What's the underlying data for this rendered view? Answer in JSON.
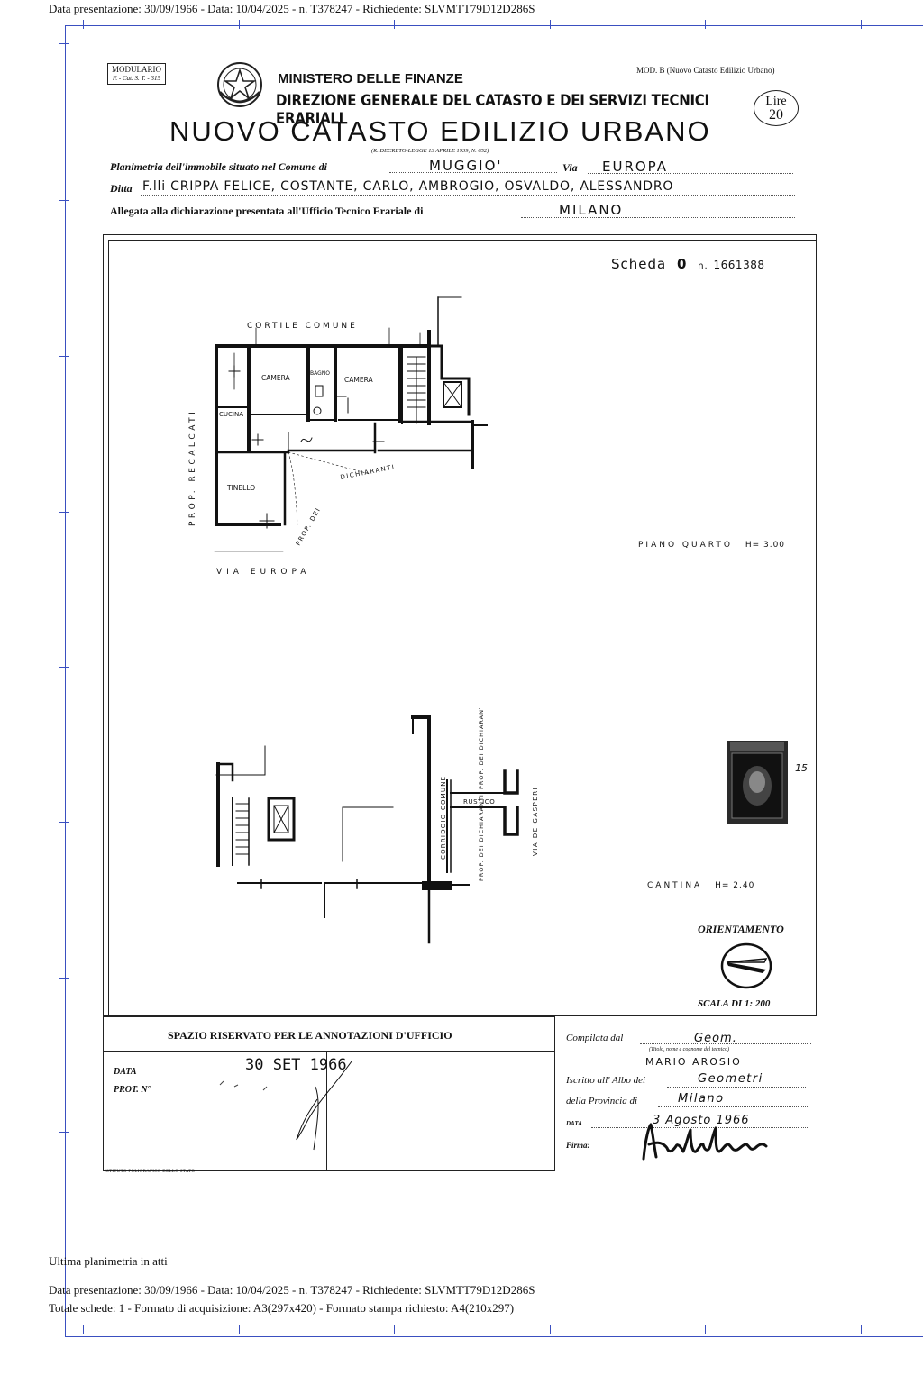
{
  "page_header": "Data presentazione: 30/09/1966 - Data: 10/04/2025 - n. T378247 - Richiedente: SLVMTT79D12D286S",
  "form": {
    "modulario_line1": "MODULARIO",
    "modulario_line2": "F. - Cat. S. T. - 315",
    "ministero": "MINISTERO DELLE FINANZE",
    "direzione": "DIREZIONE GENERALE DEL CATASTO E DEI SERVIZI TECNICI ERARIALI",
    "title": "NUOVO CATASTO EDILIZIO URBANO",
    "decreto": "(R. DECRETO-LEGGE 13 APRILE 1939, N. 652)",
    "mod_b": "MOD. B (Nuovo Catasto Edilizio Urbano)",
    "lire_label": "Lire",
    "lire_value": "20"
  },
  "property": {
    "comune_label": "Planimetria dell'immobile situato nel Comune di",
    "comune_value": "MUGGIO'",
    "via_label": "Via",
    "via_value": "EUROPA",
    "ditta_label": "Ditta",
    "ditta_value": "F.lli  CRIPPA FELICE, COSTANTE, CARLO, AMBROGIO, OSVALDO, ALESSANDRO",
    "allegata_label": "Allegata alla dichiarazione presentata all'Ufficio Tecnico Erariale di",
    "allegata_value": "MILANO"
  },
  "plan": {
    "scheda": "Scheda",
    "scheda_zero": "0",
    "scheda_number_label": "n.",
    "scheda_number": "1661388",
    "floor1": {
      "cortile": "CORTILE   COMUNE",
      "camera_1": "CAMERA",
      "bagno": "BAGNO",
      "camera_2": "CAMERA",
      "cucina": "CUCINA",
      "tinello": "TINELLO",
      "prop_recalcati": "PROP. RECALCATI",
      "prop_dei": "PROP. DEI",
      "dichiaranti": "DICHIARANTI",
      "via_europa": "VIA   EUROPA",
      "piano": "PIANO  QUARTO",
      "height": "H= 3.00"
    },
    "floor2": {
      "corridoio": "CORRIDOIO COMUNE",
      "prop_dei_dich_top": "PROP. DEI DICHIARANTI",
      "rustico": "RUSTICO",
      "prop_dei_dich_bottom": "PROP. DEI DICHIARANTI",
      "via_de_gasperi": "VIA DE GASPERI",
      "cantina": "CANTINA",
      "height": "H= 2.40"
    },
    "stamp_number": "15",
    "orientamento": "ORIENTAMENTO",
    "scala": "SCALA DI 1: 200"
  },
  "annotations": {
    "title": "SPAZIO RISERVATO PER LE ANNOTAZIONI D'UFFICIO",
    "data_label": "DATA",
    "prot_label": "PROT. N°",
    "stamp_date": "30 SET 1966",
    "printer": "ISTITUTO POLIGRAFICO DELLO STATO"
  },
  "compiler": {
    "compilata_label": "Compilata dal",
    "title_value": "Geom.",
    "title_hint": "(Titolo, nome e cognome del tecnico)",
    "name": "MARIO   AROSIO",
    "albo_label": "Iscritto all' Albo dei",
    "albo_value": "Geometri",
    "provincia_label": "della Provincia di",
    "provincia_value": "Milano",
    "data_label": "DATA",
    "data_value": "3 Agosto 1966",
    "firma_label": "Firma:"
  },
  "footer": {
    "ultima": "Ultima planimetria in atti",
    "line1": "Data presentazione: 30/09/1966 - Data: 10/04/2025 - n. T378247 - Richiedente: SLVMTT79D12D286S",
    "line2": "Totale schede: 1 - Formato di acquisizione: A3(297x420)  - Formato stampa richiesto: A4(210x297)"
  }
}
